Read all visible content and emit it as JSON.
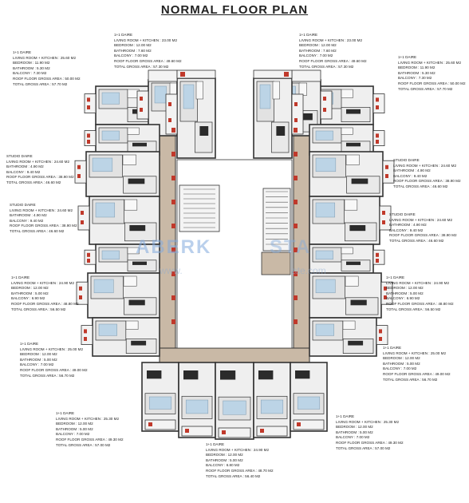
{
  "title": "NORMAL FLOOR PLAN",
  "watermark": {
    "left": "ABERK",
    "right": "STA",
    "sub_left": "www.",
    "sub_right": "ate.com"
  },
  "units": [
    {
      "title": "1+1 DAIRE",
      "rows": [
        "LIVING ROOM + KITCHEN : 23.00 m2",
        "BEDROOM : 12.00 m2",
        "BATHROOM : 7.60 m2",
        "BALCONY : 7.00 m2",
        "ROOF FLOOR GROSS AREA : 49.60 m2",
        "TOTAL GROSS AREA : 57.30 m2"
      ]
    },
    {
      "title": "1+1 DAIRE",
      "rows": [
        "LIVING ROOM + KITCHEN : 23.00 m2",
        "BEDROOM : 12.00 m2",
        "BATHROOM : 7.60 m2",
        "BALCONY : 7.00 m2",
        "ROOF FLOOR GROSS AREA : 49.60 m2",
        "TOTAL GROSS AREA : 57.30 m2"
      ]
    },
    {
      "title": "1+1 DAIRE",
      "rows": [
        "LIVING ROOM + KITCHEN : 25.60 m2",
        "BEDROOM : 11.90 m2",
        "BATHROOM : 5.30 m2",
        "BALCONY : 7.30 m2",
        "ROOF FLOOR GROSS AREA : 50.00 m2",
        "TOTAL GROSS AREA : 57.70 m2"
      ]
    },
    {
      "title": "1+1 DAIRE",
      "rows": [
        "LIVING ROOM + KITCHEN : 25.60 m2",
        "BEDROOM : 11.90 m2",
        "BATHROOM : 5.30 m2",
        "BALCONY : 7.30 m2",
        "ROOF FLOOR GROSS AREA : 50.00 m2",
        "TOTAL GROSS AREA : 57.70 m2"
      ]
    },
    {
      "title": "STUDIO DAIRE",
      "rows": [
        "LIVING ROOM + KITCHEN : 24.60 m2",
        "BATHROOM : 4.90 m2",
        "BALCONY : 9.40 m2",
        "ROOF FLOOR GROSS AREA : 38.90 m2",
        "TOTAL GROSS AREA : 46.60 m2"
      ]
    },
    {
      "title": "STUDIO DAIRE",
      "rows": [
        "LIVING ROOM + KITCHEN : 24.60 m2",
        "BATHROOM : 4.90 m2",
        "BALCONY : 9.40 m2",
        "ROOF FLOOR GROSS AREA : 38.90 m2",
        "TOTAL GROSS AREA : 46.60 m2"
      ]
    },
    {
      "title": "STUDIO DAIRE",
      "rows": [
        "LIVING ROOM + KITCHEN : 24.60 m2",
        "BATHROOM : 4.90 m2",
        "BALCONY : 9.40 m2",
        "ROOF FLOOR GROSS AREA : 38.90 m2",
        "TOTAL GROSS AREA : 46.60 m2"
      ]
    },
    {
      "title": "STUDIO DAIRE",
      "rows": [
        "LIVING ROOM + KITCHEN : 24.60 m2",
        "BATHROOM : 4.90 m2",
        "BALCONY : 9.40 m2",
        "ROOF FLOOR GROSS AREA : 38.90 m2",
        "TOTAL GROSS AREA : 46.60 m2"
      ]
    },
    {
      "title": "1+1 DAIRE",
      "rows": [
        "LIVING ROOM + KITCHEN : 24.90 m2",
        "BEDROOM : 12.00 m2",
        "BATHROOM : 5.00 m2",
        "BALCONY : 6.90 m2",
        "ROOF FLOOR GROSS AREA : 48.80 m2",
        "TOTAL GROSS AREA : 56.50 m2"
      ]
    },
    {
      "title": "1+1 DAIRE",
      "rows": [
        "LIVING ROOM + KITCHEN : 24.90 m2",
        "BEDROOM : 12.00 m2",
        "BATHROOM : 5.00 m2",
        "BALCONY : 6.90 m2",
        "ROOF FLOOR GROSS AREA : 48.80 m2",
        "TOTAL GROSS AREA : 56.50 m2"
      ]
    },
    {
      "title": "1+1 DAIRE",
      "rows": [
        "LIVING ROOM + KITCHEN : 25.00 m2",
        "BEDROOM : 12.00 m2",
        "BATHROOM : 5.00 m2",
        "BALCONY : 7.00 m2",
        "ROOF FLOOR GROSS AREA : 49.00 m2",
        "TOTAL GROSS AREA : 56.70 m2"
      ]
    },
    {
      "title": "1+1 DAIRE",
      "rows": [
        "LIVING ROOM + KITCHEN : 25.00 m2",
        "BEDROOM : 12.00 m2",
        "BATHROOM : 5.00 m2",
        "BALCONY : 7.00 m2",
        "ROOF FLOOR GROSS AREA : 49.00 m2",
        "TOTAL GROSS AREA : 56.70 m2"
      ]
    },
    {
      "title": "1+1 DAIRE",
      "rows": [
        "LIVING ROOM + KITCHEN : 25.30 m2",
        "BEDROOM : 12.00 m2",
        "BATHROOM : 5.00 m2",
        "BALCONY : 7.00 m2",
        "ROOF FLOOR GROSS AREA : 49.30 m2",
        "TOTAL GROSS AREA : 57.00 m2"
      ]
    },
    {
      "title": "1+1 DAIRE",
      "rows": [
        "LIVING ROOM + KITCHEN : 25.30 m2",
        "BEDROOM : 12.00 m2",
        "BATHROOM : 5.00 m2",
        "BALCONY : 7.00 m2",
        "ROOF FLOOR GROSS AREA : 49.30 m2",
        "TOTAL GROSS AREA : 57.00 m2"
      ]
    },
    {
      "title": "1+1 DAIRE",
      "rows": [
        "LIVING ROOM + KITCHEN : 24.90 m2",
        "BEDROOM : 12.00 m2",
        "BATHROOM : 5.00 m2",
        "BALCONY : 6.80 m2",
        "ROOF FLOOR GROSS AREA : 48.70 m2",
        "TOTAL GROSS AREA : 56.40 m2"
      ]
    }
  ],
  "colors": {
    "wall": "#333333",
    "corridor": "#c9b9a6",
    "floor": "#efefef",
    "accent": "#c0392b",
    "furniture": "#2b2b2b",
    "bed": "#bcd4e6"
  }
}
